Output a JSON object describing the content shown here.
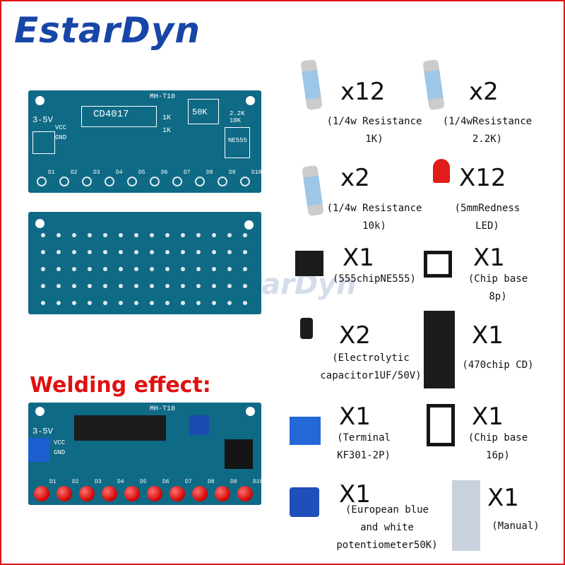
{
  "brand": {
    "logo_text": "EstarDyn",
    "watermark_text": "EstarDyn"
  },
  "pcb_top": {
    "model": "MH-T10",
    "chip": "CD4017",
    "pot": "50K",
    "ic": "NE555",
    "power": "3-5V",
    "gnd": "GND",
    "vcc": "VCC",
    "r9": "1K",
    "r10": "1K",
    "r11a": "2.2K",
    "r11b": "10K",
    "leds": [
      "D1",
      "D2",
      "D3",
      "D4",
      "D5",
      "D6",
      "D7",
      "D8",
      "D9",
      "D10"
    ]
  },
  "welding": {
    "title": "Welding effect:"
  },
  "items": [
    {
      "qty": "x12",
      "lines": [
        "(1/4w Resistance",
        "1K)"
      ]
    },
    {
      "qty": "x2",
      "lines": [
        "(1/4wResistance",
        "2.2K)"
      ]
    },
    {
      "qty": "x2",
      "lines": [
        "(1/4w Resistance",
        "10k)"
      ]
    },
    {
      "qty": "X12",
      "lines": [
        "(5mmRedness",
        "LED)"
      ]
    },
    {
      "qty": "X1",
      "lines": [
        "(555chipNE555)"
      ]
    },
    {
      "qty": "X1",
      "lines": [
        "(Chip base",
        "8p)"
      ]
    },
    {
      "qty": "X2",
      "lines": [
        "(Electrolytic",
        "capacitor1UF/50V)"
      ]
    },
    {
      "qty": "X1",
      "lines": [
        "(470chip CD)"
      ]
    },
    {
      "qty": "X1",
      "lines": [
        "(Terminal",
        "KF301-2P)"
      ]
    },
    {
      "qty": "X1",
      "lines": [
        "(Chip base",
        "16p)"
      ]
    },
    {
      "qty": "X1",
      "lines": [
        "(European blue",
        "and white",
        "potentiometer50K)"
      ]
    },
    {
      "qty": "X1",
      "lines": [
        "(Manual)"
      ]
    }
  ],
  "colors": {
    "pcb": "#0f6a86",
    "brand": "#1846a8",
    "accent": "#e01010",
    "frame": "#e0141c"
  }
}
